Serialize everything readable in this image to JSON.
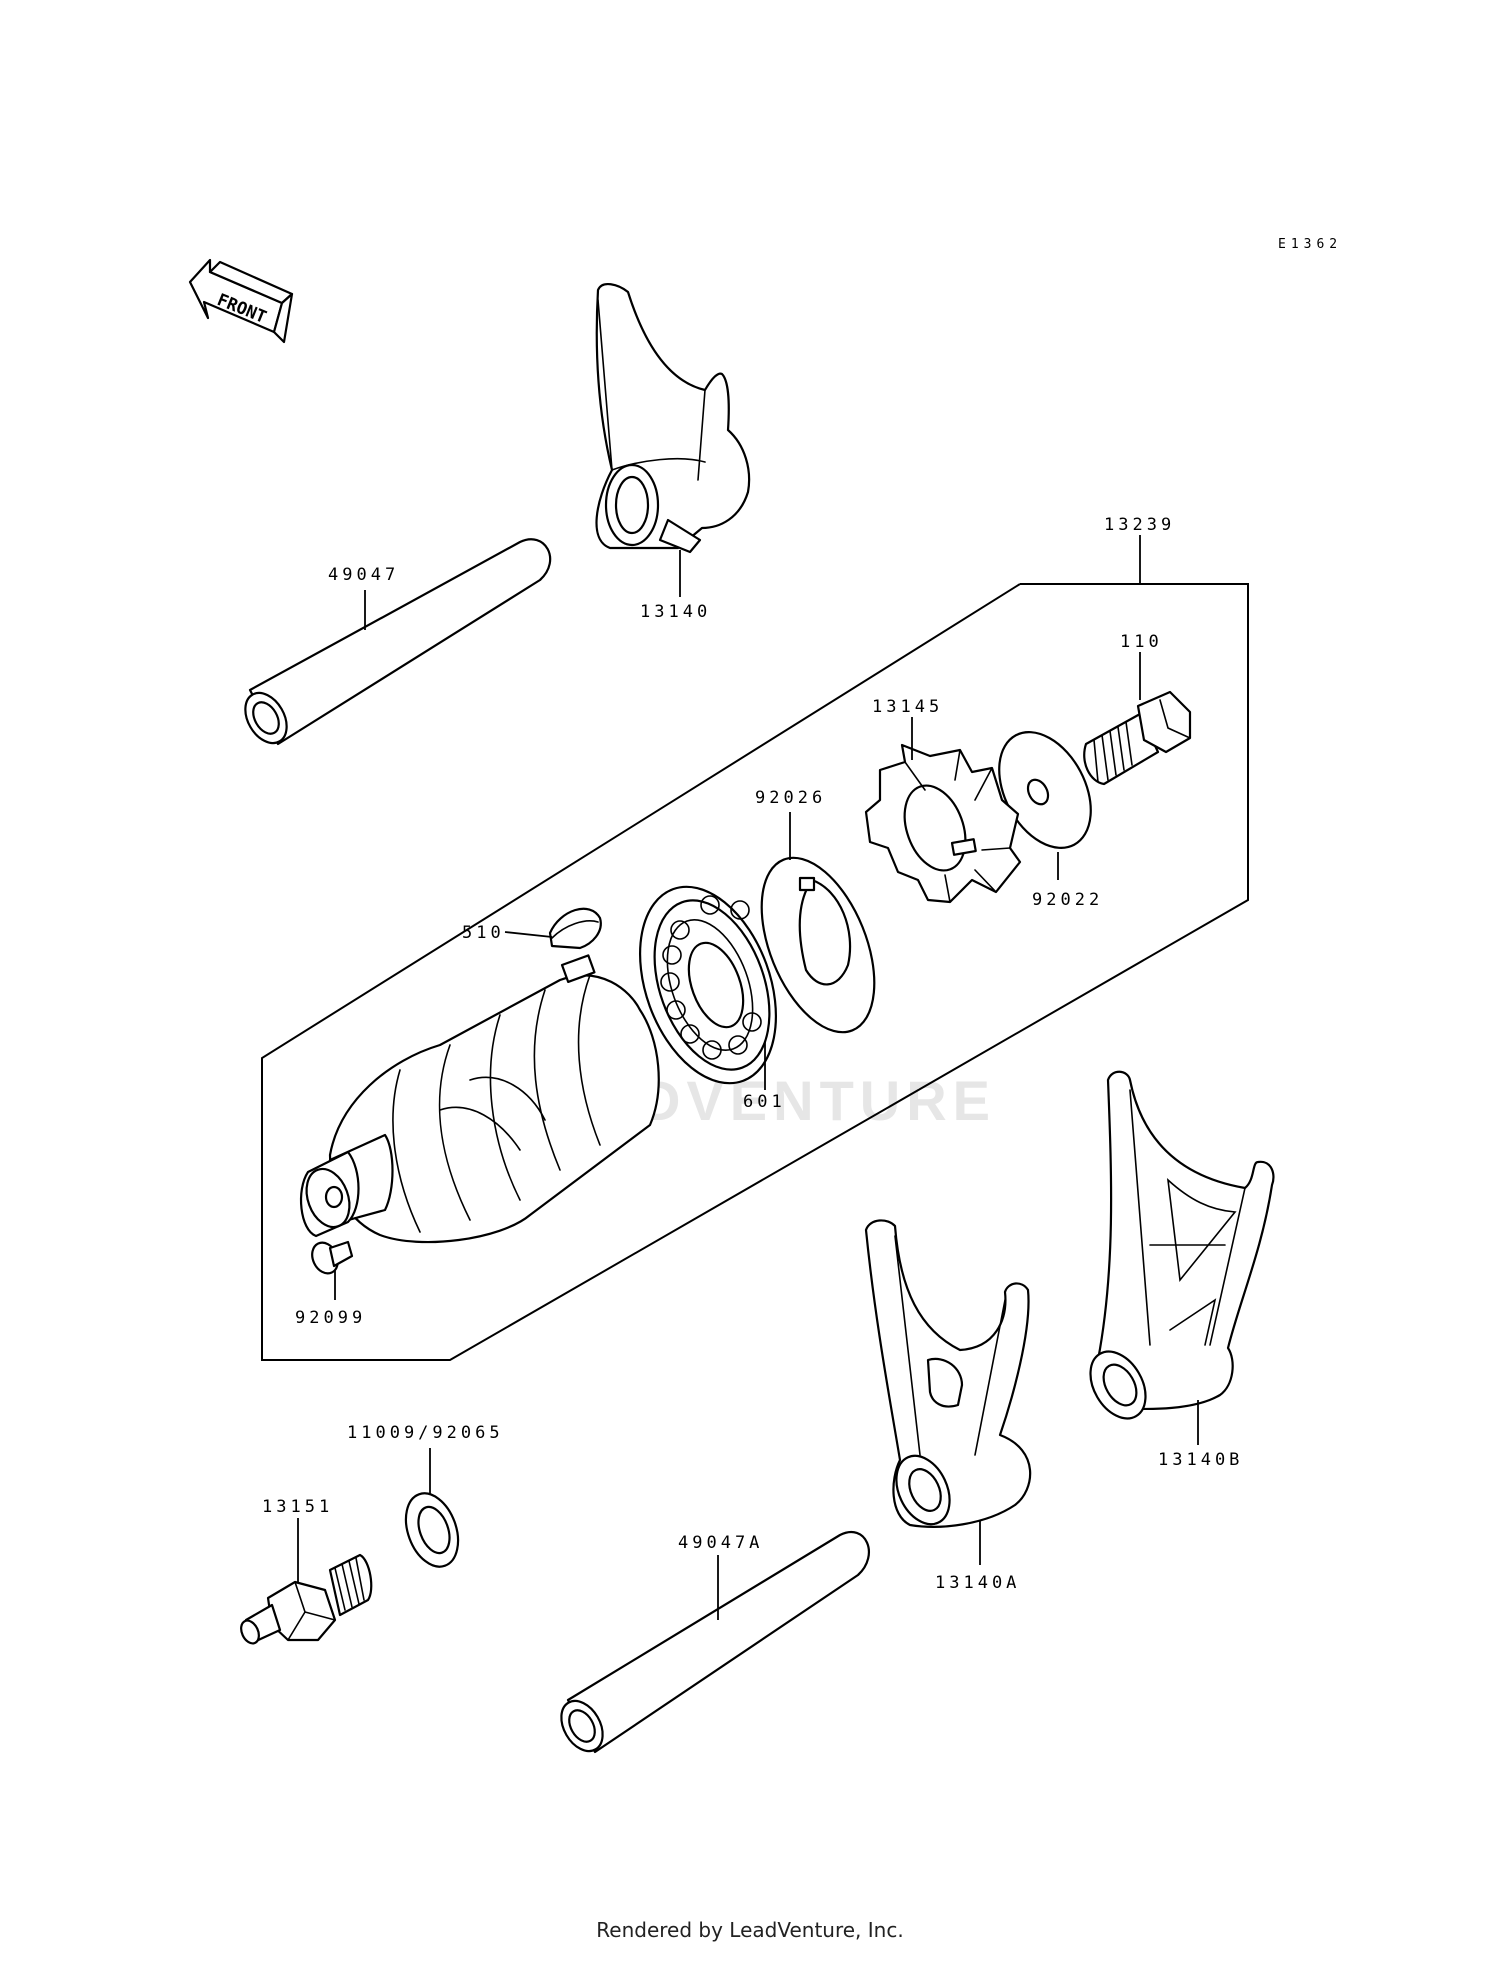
{
  "diagram_code": "E1362",
  "front_label": "FRONT",
  "watermark": "LEADVENTURE",
  "footer": "Rendered by LeadVenture, Inc.",
  "parts": {
    "shift_fork_top": "13140",
    "shaft_top": "49047",
    "drum_assembly": "13239",
    "bolt": "110",
    "cam": "13145",
    "washer_plate": "92026",
    "washer": "92022",
    "key": "510",
    "bearing": "601",
    "pin": "92099",
    "gasket": "11009/92065",
    "switch": "13151",
    "shaft_bottom": "49047A",
    "shift_fork_a": "13140A",
    "shift_fork_b": "13140B"
  }
}
